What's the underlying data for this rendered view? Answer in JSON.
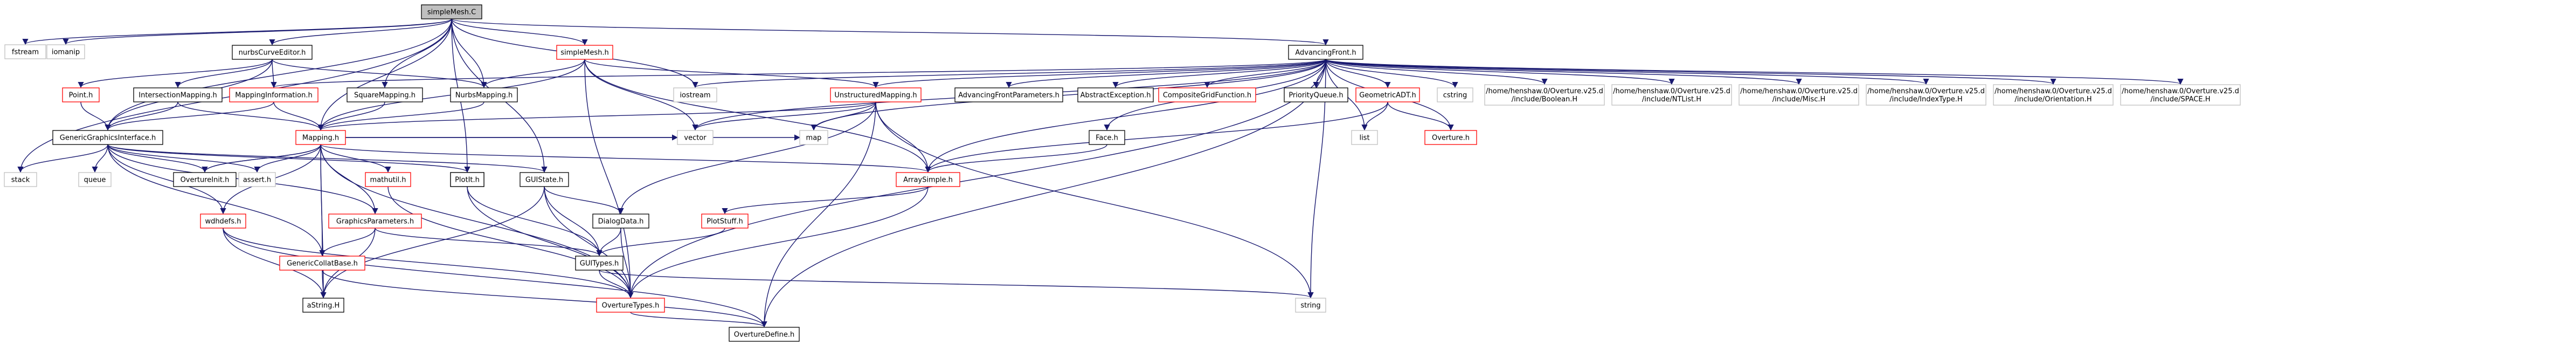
{
  "graph": {
    "colors": {
      "root_fill": "#bfbfbf",
      "node_fill": "#ffffff",
      "default_border": "#000000",
      "linked_border": "#ff0000",
      "system_border": "#bfbfbf",
      "edge": "#191970",
      "text": "#000000"
    },
    "nodes": [
      {
        "id": "root",
        "label": "simpleMesh.C",
        "kind": "root"
      },
      {
        "id": "fstream",
        "label": "fstream",
        "kind": "system"
      },
      {
        "id": "iomanip",
        "label": "iomanip",
        "kind": "system"
      },
      {
        "id": "nurbsCurveEditor",
        "label": "nurbsCurveEditor.h",
        "kind": "doc"
      },
      {
        "id": "sqmap",
        "label": "SquareMapping.h",
        "kind": "doc"
      },
      {
        "id": "nurbsmap",
        "label": "NurbsMapping.h",
        "kind": "doc"
      },
      {
        "id": "ploth",
        "label": "PlotIt.h",
        "kind": "doc"
      },
      {
        "id": "simplxh",
        "label": "simpleMesh.h",
        "kind": "linked"
      },
      {
        "id": "iostream",
        "label": "iostream",
        "kind": "system"
      },
      {
        "id": "advfront",
        "label": "AdvancingFront.h",
        "kind": "doc"
      },
      {
        "id": "pointh",
        "label": "Point.h",
        "kind": "linked"
      },
      {
        "id": "intermap",
        "label": "IntersectionMapping.h",
        "kind": "doc"
      },
      {
        "id": "mapinfo",
        "label": "MappingInformation.h",
        "kind": "linked"
      },
      {
        "id": "unstr",
        "label": "UnstructuredMapping.h",
        "kind": "linked"
      },
      {
        "id": "afparams",
        "label": "AdvancingFrontParameters.h",
        "kind": "doc"
      },
      {
        "id": "abstractexc",
        "label": "AbstractException.h",
        "kind": "doc"
      },
      {
        "id": "compgrid",
        "label": "CompositeGridFunction.h",
        "kind": "linked"
      },
      {
        "id": "prioq",
        "label": "PriorityQueue.h",
        "kind": "doc"
      },
      {
        "id": "geomadt",
        "label": "GeometricADT.h",
        "kind": "linked"
      },
      {
        "id": "cstring",
        "label": "cstring",
        "kind": "system"
      },
      {
        "id": "inc1",
        "label": "/home/henshaw.0/Overture.v25.d\n/include/Boolean.H",
        "kind": "system"
      },
      {
        "id": "inc2",
        "label": "/home/henshaw.0/Overture.v25.d\n/include/NTList.H",
        "kind": "system"
      },
      {
        "id": "inc3",
        "label": "/home/henshaw.0/Overture.v25.d\n/include/Misc.H",
        "kind": "system"
      },
      {
        "id": "inc4",
        "label": "/home/henshaw.0/Overture.v25.d\n/include/IndexType.H",
        "kind": "system"
      },
      {
        "id": "inc5",
        "label": "/home/henshaw.0/Overture.v25.d\n/include/Orientation.H",
        "kind": "system"
      },
      {
        "id": "inc6",
        "label": "/home/henshaw.0/Overture.v25.d\n/include/SPACE.H",
        "kind": "system"
      },
      {
        "id": "ggi",
        "label": "GenericGraphicsInterface.h",
        "kind": "doc"
      },
      {
        "id": "mappingh",
        "label": "Mapping.h",
        "kind": "linked"
      },
      {
        "id": "vector",
        "label": "vector",
        "kind": "system"
      },
      {
        "id": "map",
        "label": "map",
        "kind": "system"
      },
      {
        "id": "list",
        "label": "list",
        "kind": "system"
      },
      {
        "id": "overtureh",
        "label": "Overture.h",
        "kind": "linked"
      },
      {
        "id": "faceh",
        "label": "Face.h",
        "kind": "doc"
      },
      {
        "id": "stack",
        "label": "stack",
        "kind": "system"
      },
      {
        "id": "queue",
        "label": "queue",
        "kind": "system"
      },
      {
        "id": "overtureinit",
        "label": "OvertureInit.h",
        "kind": "doc"
      },
      {
        "id": "assert",
        "label": "assert.h",
        "kind": "system"
      },
      {
        "id": "mathutil",
        "label": "mathutil.h",
        "kind": "linked"
      },
      {
        "id": "plotit2",
        "label": "PlotIt.h",
        "kind": "doc"
      },
      {
        "id": "guistate",
        "label": "GUIState.h",
        "kind": "doc"
      },
      {
        "id": "arraysimple",
        "label": "ArraySimple.h",
        "kind": "linked"
      },
      {
        "id": "wdhdefs",
        "label": "wdhdefs.h",
        "kind": "linked"
      },
      {
        "id": "gparams",
        "label": "GraphicsParameters.h",
        "kind": "linked"
      },
      {
        "id": "dialogdata",
        "label": "DialogData.h",
        "kind": "doc"
      },
      {
        "id": "plotstuff",
        "label": "PlotStuff.h",
        "kind": "linked"
      },
      {
        "id": "gencolbase",
        "label": "GenericCollatBase.h",
        "kind": "linked"
      },
      {
        "id": "guitypes",
        "label": "GUITypes.h",
        "kind": "doc"
      },
      {
        "id": "string",
        "label": "string",
        "kind": "system"
      },
      {
        "id": "astring",
        "label": "aString.H",
        "kind": "doc"
      },
      {
        "id": "overtypes",
        "label": "OvertureTypes.h",
        "kind": "linked"
      },
      {
        "id": "overdefine",
        "label": "OvertureDefine.h",
        "kind": "doc"
      }
    ],
    "edges": [
      [
        "root",
        "fstream"
      ],
      [
        "root",
        "iomanip"
      ],
      [
        "root",
        "nurbsCurveEditor"
      ],
      [
        "root",
        "sqmap"
      ],
      [
        "root",
        "nurbsmap"
      ],
      [
        "root",
        "ploth"
      ],
      [
        "root",
        "simplxh"
      ],
      [
        "root",
        "iostream"
      ],
      [
        "root",
        "advfront"
      ],
      [
        "root",
        "stack"
      ],
      [
        "root",
        "ggi"
      ],
      [
        "root",
        "guistate"
      ],
      [
        "root",
        "mappingh"
      ],
      [
        "nurbsCurveEditor",
        "pointh"
      ],
      [
        "nurbsCurveEditor",
        "intermap"
      ],
      [
        "nurbsCurveEditor",
        "mapinfo"
      ],
      [
        "nurbsCurveEditor",
        "ggi"
      ],
      [
        "nurbsCurveEditor",
        "nurbsmap"
      ],
      [
        "simplxh",
        "unstr"
      ],
      [
        "simplxh",
        "nurbsmap"
      ],
      [
        "simplxh",
        "arraysimple"
      ],
      [
        "simplxh",
        "vector"
      ],
      [
        "simplxh",
        "overtypes"
      ],
      [
        "simplxh",
        "mappingh"
      ],
      [
        "advfront",
        "unstr"
      ],
      [
        "advfront",
        "afparams"
      ],
      [
        "advfront",
        "abstractexc"
      ],
      [
        "advfront",
        "compgrid"
      ],
      [
        "advfront",
        "prioq"
      ],
      [
        "advfront",
        "geomadt"
      ],
      [
        "advfront",
        "cstring"
      ],
      [
        "advfront",
        "inc1"
      ],
      [
        "advfront",
        "inc2"
      ],
      [
        "advfront",
        "inc3"
      ],
      [
        "advfront",
        "inc4"
      ],
      [
        "advfront",
        "inc5"
      ],
      [
        "advfront",
        "inc6"
      ],
      [
        "advfront",
        "list"
      ],
      [
        "advfront",
        "faceh"
      ],
      [
        "advfront",
        "arraysimple"
      ],
      [
        "advfront",
        "map"
      ],
      [
        "advfront",
        "vector"
      ],
      [
        "advfront",
        "iostream"
      ],
      [
        "advfront",
        "mapinfo"
      ],
      [
        "advfront",
        "overtureh"
      ],
      [
        "advfront",
        "overtypes"
      ],
      [
        "advfront",
        "string"
      ],
      [
        "advfront",
        "overdefine"
      ],
      [
        "pointh",
        "ggi"
      ],
      [
        "intermap",
        "mappingh"
      ],
      [
        "intermap",
        "ggi"
      ],
      [
        "mapinfo",
        "mappingh"
      ],
      [
        "mapinfo",
        "ggi"
      ],
      [
        "sqmap",
        "mappingh"
      ],
      [
        "nurbsmap",
        "mappingh"
      ],
      [
        "unstr",
        "mappingh"
      ],
      [
        "unstr",
        "vector"
      ],
      [
        "unstr",
        "map"
      ],
      [
        "unstr",
        "string"
      ],
      [
        "unstr",
        "arraysimple"
      ],
      [
        "unstr",
        "overdefine"
      ],
      [
        "unstr",
        "dialogdata"
      ],
      [
        "geomadt",
        "list"
      ],
      [
        "geomadt",
        "overtureh"
      ],
      [
        "geomadt",
        "arraysimple"
      ],
      [
        "faceh",
        "arraysimple"
      ],
      [
        "ggi",
        "stack"
      ],
      [
        "ggi",
        "queue"
      ],
      [
        "ggi",
        "overtureinit"
      ],
      [
        "ggi",
        "assert"
      ],
      [
        "ggi",
        "plotit2"
      ],
      [
        "ggi",
        "guistate"
      ],
      [
        "ggi",
        "wdhdefs"
      ],
      [
        "ggi",
        "gparams"
      ],
      [
        "ggi",
        "gencolbase"
      ],
      [
        "mappingh",
        "overtureinit"
      ],
      [
        "mappingh",
        "assert"
      ],
      [
        "mappingh",
        "mathutil"
      ],
      [
        "mappingh",
        "wdhdefs"
      ],
      [
        "mappingh",
        "gparams"
      ],
      [
        "mappingh",
        "arraysimple"
      ],
      [
        "mappingh",
        "astring"
      ],
      [
        "mappingh",
        "overtypes"
      ],
      [
        "mappingh",
        "vector"
      ],
      [
        "mappingh",
        "map"
      ],
      [
        "mappingh",
        "gencolbase"
      ],
      [
        "mappingh",
        "overtureinit"
      ],
      [
        "plotit2",
        "guitypes"
      ],
      [
        "plotit2",
        "overtypes"
      ],
      [
        "guistate",
        "dialogdata"
      ],
      [
        "guistate",
        "guitypes"
      ],
      [
        "guistate",
        "astring"
      ],
      [
        "guistate",
        "overtypes"
      ],
      [
        "dialogdata",
        "guitypes"
      ],
      [
        "dialogdata",
        "overtypes"
      ],
      [
        "arraysimple",
        "plotstuff"
      ],
      [
        "arraysimple",
        "overtypes"
      ],
      [
        "plotstuff",
        "guitypes"
      ],
      [
        "wdhdefs",
        "astring"
      ],
      [
        "wdhdefs",
        "overdefine"
      ],
      [
        "wdhdefs",
        "overtypes"
      ],
      [
        "gparams",
        "gencolbase"
      ],
      [
        "gparams",
        "guitypes"
      ],
      [
        "gparams",
        "astring"
      ],
      [
        "gencolbase",
        "astring"
      ],
      [
        "gencolbase",
        "overdefine"
      ],
      [
        "guitypes",
        "string"
      ],
      [
        "guitypes",
        "overtypes"
      ],
      [
        "overtypes",
        "overdefine"
      ],
      [
        "mathutil",
        "overtypes"
      ]
    ]
  }
}
